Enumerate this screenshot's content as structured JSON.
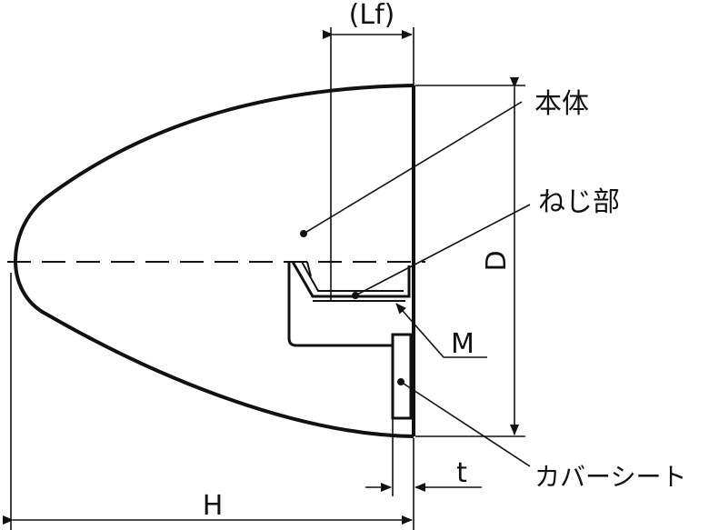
{
  "diagram": {
    "labels": {
      "lf": "(Lf)",
      "body": "本体",
      "thread": "ねじ部",
      "d": "D",
      "m": "M",
      "t": "t",
      "cover": "カバーシート",
      "h": "H"
    },
    "colors": {
      "stroke": "#111111",
      "background": "#ffffff"
    }
  }
}
